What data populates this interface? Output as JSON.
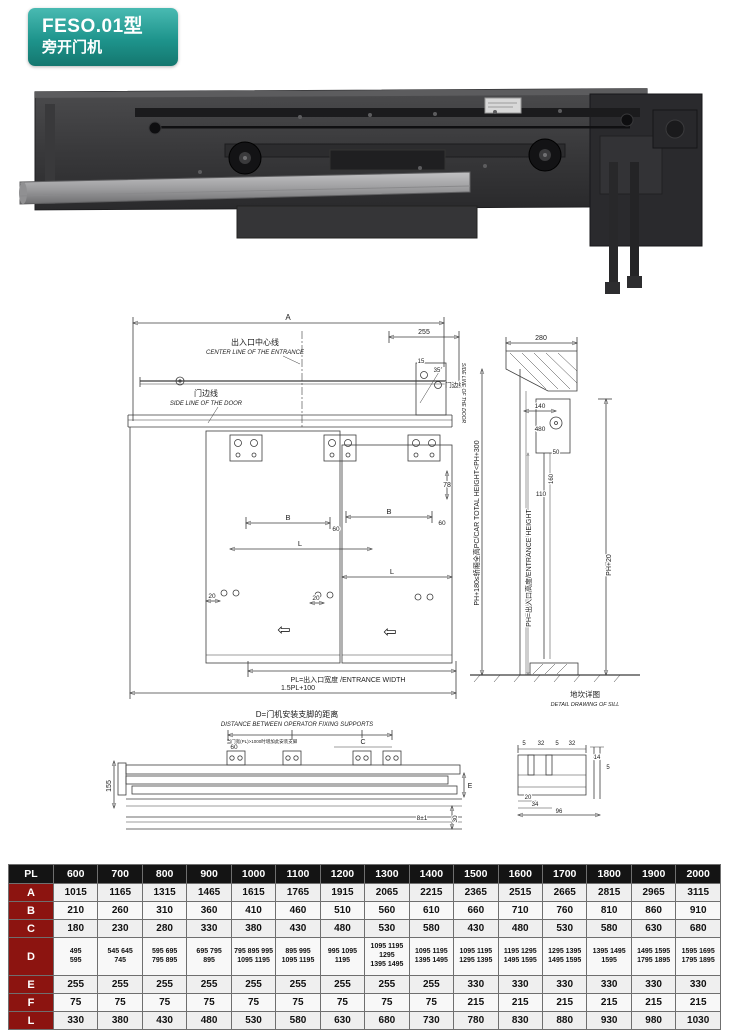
{
  "badge": {
    "line1": "FESO.01型",
    "line2": "旁开门机"
  },
  "drawing": {
    "labels": {
      "center_cn": "出入口中心线",
      "center_en": "CENTER LINE OF THE ENTRANCE",
      "door_cn": "门边线",
      "door_en": "SIDE LINE OF THE DOOR",
      "pl": "PL=出入口宽度 /ENTRANCE WIDTH",
      "pl15": "1.5PL+100",
      "car_total": "PH+180≤轿厢全高PC/CAR TOTAL HEIGHT<PH+300",
      "ph": "PH=出入口高度/ENTRANCE HEIGHT",
      "sill_cn": "地坎详图",
      "sill_en": "DETAIL DRAWING OF SILL",
      "d_cn": "D=门机安装支脚的距离",
      "d_en": "DISTANCE BETWEEN OPERATOR FIXING SUPPORTS",
      "d_note": "当门宽(PL)>1000时增加此安装支脚",
      "arrow": "⇦"
    },
    "dims": {
      "a": "A",
      "w255": "255",
      "w280": "280",
      "n15": "15",
      "n35": "35",
      "n140": "140",
      "n480": "480",
      "n50": "50",
      "n160": "160",
      "n110": "110",
      "n78": "78",
      "b": "B",
      "l": "L",
      "n60": "60",
      "n20": "20",
      "ph20": "PH+20",
      "n155": "155",
      "c": "C",
      "e": "E",
      "n8": "8±1",
      "n30": "30",
      "s5": "5",
      "s32": "32",
      "s14": "14",
      "s20": "20",
      "s34": "34",
      "s96": "96"
    }
  },
  "table": {
    "header_label": "PL",
    "columns": [
      "600",
      "700",
      "800",
      "900",
      "1000",
      "1100",
      "1200",
      "1300",
      "1400",
      "1500",
      "1600",
      "1700",
      "1800",
      "1900",
      "2000"
    ],
    "rows": [
      {
        "label": "A",
        "values": [
          "1015",
          "1165",
          "1315",
          "1465",
          "1615",
          "1765",
          "1915",
          "2065",
          "2215",
          "2365",
          "2515",
          "2665",
          "2815",
          "2965",
          "3115"
        ]
      },
      {
        "label": "B",
        "values": [
          "210",
          "260",
          "310",
          "360",
          "410",
          "460",
          "510",
          "560",
          "610",
          "660",
          "710",
          "760",
          "810",
          "860",
          "910"
        ]
      },
      {
        "label": "C",
        "values": [
          "180",
          "230",
          "280",
          "330",
          "380",
          "430",
          "480",
          "530",
          "580",
          "430",
          "480",
          "530",
          "580",
          "630",
          "680"
        ]
      },
      {
        "label": "D",
        "multiline": true,
        "top": [
          "495",
          "545 645",
          "595 695",
          "695 795",
          "795 895 995",
          "895 995",
          "995 1095",
          "1095 1195 1295",
          "1095 1195",
          "1095 1195",
          "1195 1295",
          "1295 1395",
          "1395 1495",
          "1495 1595",
          "1595 1695"
        ],
        "bottom": [
          "595",
          "745",
          "795 895",
          "895",
          "1095 1195",
          "1095 1195",
          "1195",
          "1395 1495",
          "1395 1495",
          "1295 1395",
          "1495 1595",
          "1495 1595",
          "1595",
          "1795 1895",
          "1795 1895"
        ]
      },
      {
        "label": "E",
        "values": [
          "255",
          "255",
          "255",
          "255",
          "255",
          "255",
          "255",
          "255",
          "255",
          "330",
          "330",
          "330",
          "330",
          "330",
          "330"
        ]
      },
      {
        "label": "F",
        "values": [
          "75",
          "75",
          "75",
          "75",
          "75",
          "75",
          "75",
          "75",
          "75",
          "215",
          "215",
          "215",
          "215",
          "215",
          "215"
        ]
      },
      {
        "label": "L",
        "values": [
          "330",
          "380",
          "430",
          "480",
          "530",
          "580",
          "630",
          "680",
          "730",
          "780",
          "830",
          "880",
          "930",
          "980",
          "1030"
        ]
      }
    ]
  }
}
